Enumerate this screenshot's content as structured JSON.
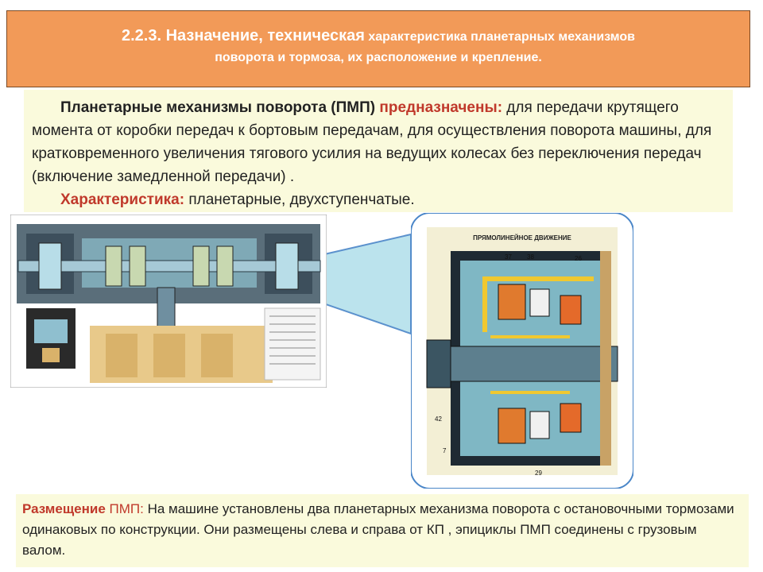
{
  "title": {
    "number_and_start": "2.2.3. Назначение, техническая",
    "rest_line1": " характеристика планетарных механизмов",
    "line2": "поворота и тормоза, их расположение и крепление."
  },
  "purpose": {
    "label": "Планетарные механизмы поворота (ПМП)",
    "highlight": "предназначены:",
    "text": " для передачи крутящего момента от коробки передач к бортовым передачам, для осуществления поворота машины, для кратковременного увеличения тягового усилия на ведущих колесах без переключения передач (включение замедленной передачи) ."
  },
  "characteristic": {
    "highlight": "Характеристика:",
    "text": " планетарные, двухступенчатые."
  },
  "figure_right": {
    "caption": "ПРЯМОЛИНЕЙНОЕ ДВИЖЕНИЕ",
    "callouts": [
      "37",
      "38",
      "26",
      "7",
      "42",
      "29"
    ]
  },
  "placement": {
    "highlight_word": "Размещение",
    "highlight_tail": " ПМП:",
    "text": " На машине установлены два планетарных механизма поворота с остановочными тормозами  одинаковых по конструкции. Они  размещены слева и справа от КП , эпициклы ПМП соединены с грузовым валом."
  },
  "colors": {
    "title_bg": "#f29a58",
    "box_bg": "#fafadc",
    "highlight": "#c0392b",
    "callout_fill": "#b4e0ec",
    "callout_stroke": "#4a86c8"
  }
}
